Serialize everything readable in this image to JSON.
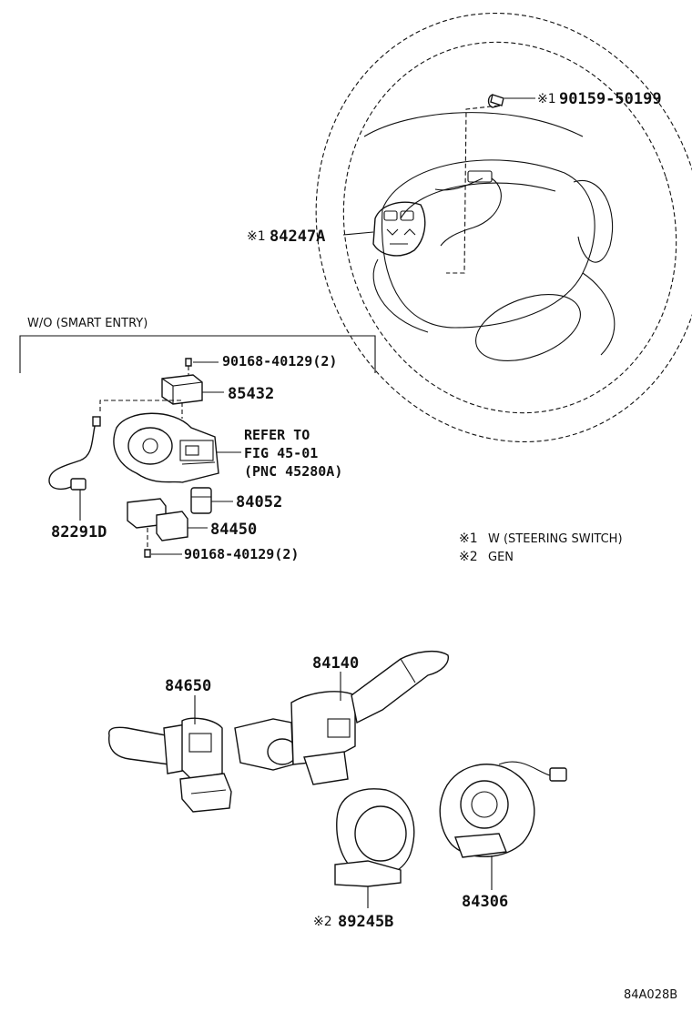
{
  "labels": {
    "screw_top": "90159-50199",
    "switch_a": "84247A",
    "wo_smart_entry": "W/O (SMART ENTRY)",
    "screw_mid": "90168-40129(2)",
    "part_85432": "85432",
    "refer_line1": "REFER TO",
    "refer_line2": "FIG 45-01",
    "refer_line3": "(PNC 45280A)",
    "part_84052": "84052",
    "part_82291d": "82291D",
    "part_84450": "84450",
    "screw_bottom": "90168-40129(2)",
    "part_84140": "84140",
    "part_84650": "84650",
    "part_89245b": "89245B",
    "part_84306": "84306",
    "figure_code": "84A028B"
  },
  "marks": {
    "m1": "※1",
    "m2": "※2"
  },
  "legend": {
    "note1": "W (STEERING SWITCH)",
    "note2": "GEN"
  }
}
